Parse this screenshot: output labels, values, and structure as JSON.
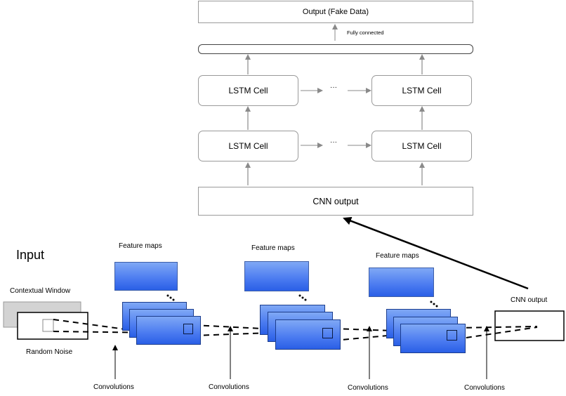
{
  "diagram": {
    "output_label": "Output (Fake Data)",
    "fully_connected_label": "Fully connected",
    "lstm_cell_label": "LSTM Cell",
    "ellipsis": "···",
    "cnn_output_box_label": "CNN output",
    "input_heading": "Input",
    "contextual_window_label": "Contextual Window",
    "random_noise_label": "Random Noise",
    "feature_maps_label": "Feature maps",
    "cnn_output_side_label": "CNN output",
    "convolutions_label": "Convolutions"
  },
  "colors": {
    "box_border": "#9a9a9a",
    "arrow_gray": "#8a8a8a",
    "feature_map_blue": "#4a7af0",
    "context_window_gray": "#d3d3d3"
  }
}
